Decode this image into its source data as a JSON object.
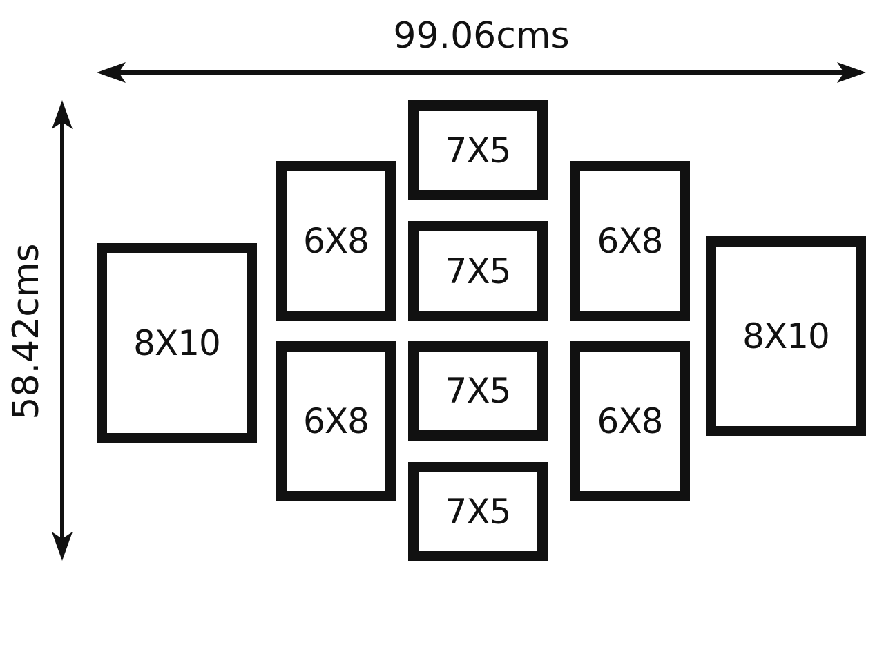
{
  "dimensions": {
    "width_label": "99.06cms",
    "height_label": "58.42cms"
  },
  "frames": [
    {
      "label": "8X10"
    },
    {
      "label": "6X8"
    },
    {
      "label": "6X8"
    },
    {
      "label": "7X5"
    },
    {
      "label": "7X5"
    },
    {
      "label": "7X5"
    },
    {
      "label": "7X5"
    },
    {
      "label": "6X8"
    },
    {
      "label": "6X8"
    },
    {
      "label": "8X10"
    }
  ]
}
